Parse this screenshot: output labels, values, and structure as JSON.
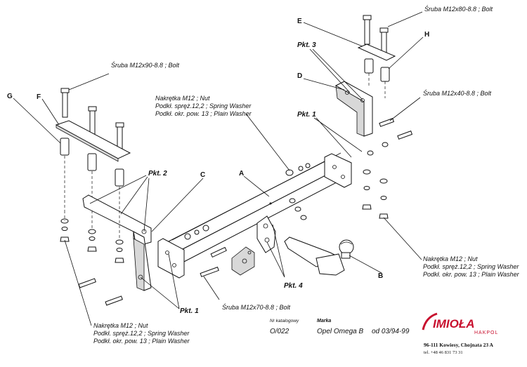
{
  "callouts": {
    "bolt_top_right": "Śruba M12x80-8.8 ;  Bolt",
    "bolt_left": "Śruba M12x90-8.8 ;  Bolt",
    "bolt_right": "Śruba M12x40-8.8 ;  Bolt",
    "bolt_bottom": "Śruba M12x70-8.8 ;  Bolt",
    "nut_center": [
      "Nakrętka  M12 ; Nut",
      "Podkł. spręż.12,2 ; Spring Washer",
      "Podkł. okr. pow. 13 ; Plain Washer"
    ],
    "nut_right": [
      "Nakrętka  M12 ; Nut",
      "Podkł. spręż.12,2 ; Spring Washer",
      "Podkł. okr. pow. 13 ; Plain Washer"
    ],
    "nut_bottom_left": [
      "Nakrętka  M12 ; Nut",
      "Podkł. spręż.12,2 ; Spring Washer",
      "Podkł. okr. pow. 13 ; Plain Washer"
    ]
  },
  "part_letters": [
    "A",
    "B",
    "C",
    "D",
    "E",
    "F",
    "G",
    "H"
  ],
  "points": {
    "pkt1_top": "Pkt. 1",
    "pkt1_bottom": "Pkt. 1",
    "pkt2": "Pkt. 2",
    "pkt3": "Pkt. 3",
    "pkt4": "Pkt. 4"
  },
  "footer": {
    "catalog_label": "Nr katalogowy",
    "catalog_number": "O/022",
    "brand_label": "Marka",
    "vehicle": "Opel Omega B",
    "years": "od  03/94-99"
  },
  "logo": {
    "name": "IMIOŁA",
    "sub": "HAKPOL",
    "address": "96-111 Kowiesy, Chojnata 23 A",
    "phone": "tel. +48 46 831 73 31",
    "accent_color": "#c8102e"
  }
}
